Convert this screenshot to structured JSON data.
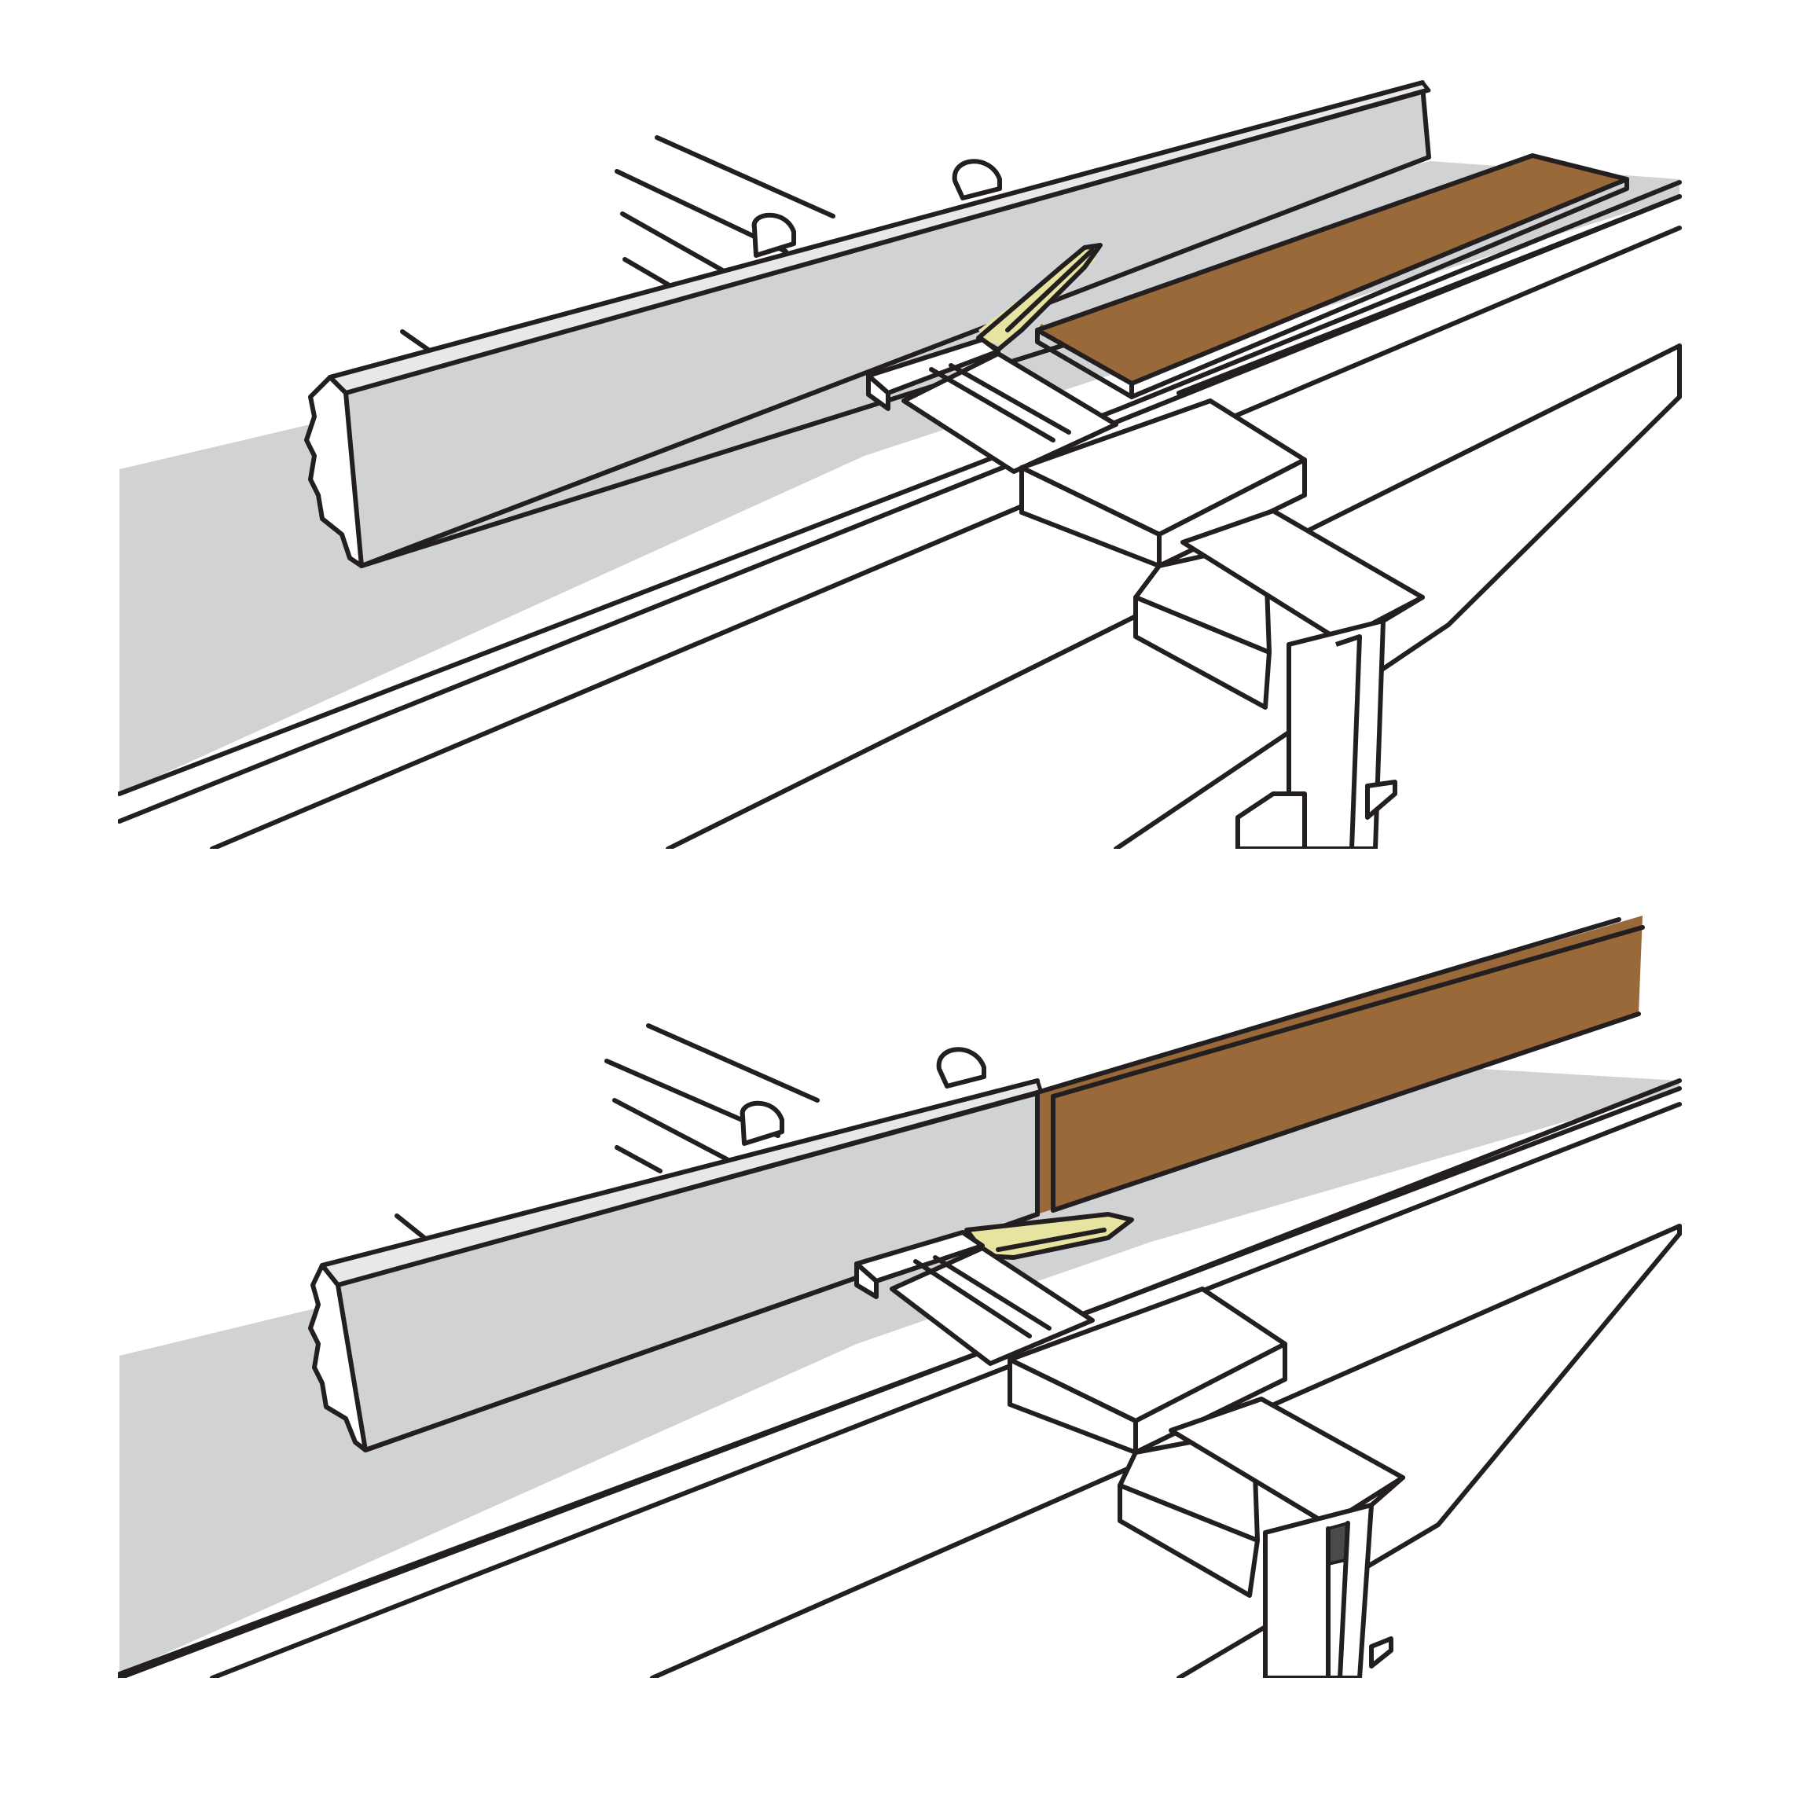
{
  "figure": {
    "panels": [
      {
        "id": "top",
        "description_visible": "",
        "board_orientation": "flat",
        "featherboard_angle": "angled-up"
      },
      {
        "id": "bottom",
        "description_visible": "",
        "board_orientation": "on-edge",
        "featherboard_angle": "flat"
      }
    ],
    "colors": {
      "table": "#d1d2d4",
      "wood": "#99693a",
      "featherboard": "#e6e4a0",
      "outline": "#231f20",
      "dark_part": "#4a4a4a",
      "background": "#ffffff"
    }
  }
}
